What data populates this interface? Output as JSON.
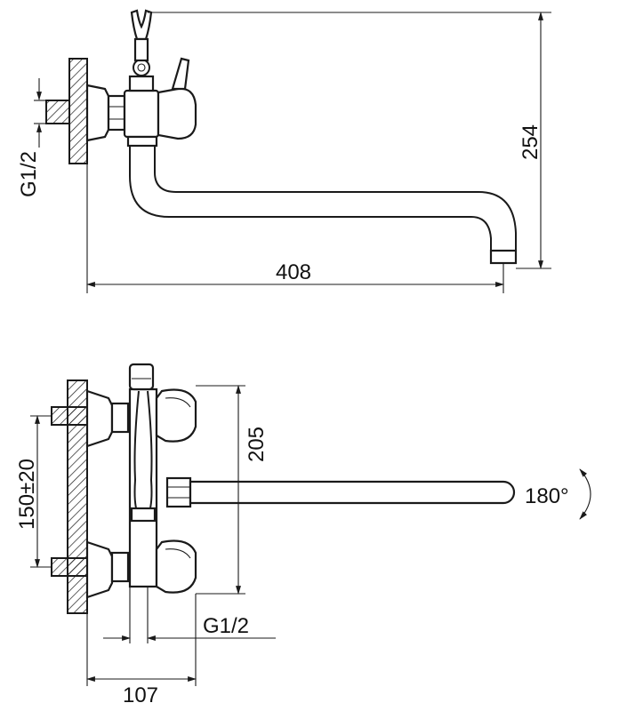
{
  "side_view": {
    "width_label": "408",
    "height_label": "254",
    "thread_label": "G1/2"
  },
  "front_view": {
    "height_label": "205",
    "spacing_label": "150±20",
    "rotation_label": "180°",
    "thread_label": "G1/2",
    "depth_label": "107"
  }
}
